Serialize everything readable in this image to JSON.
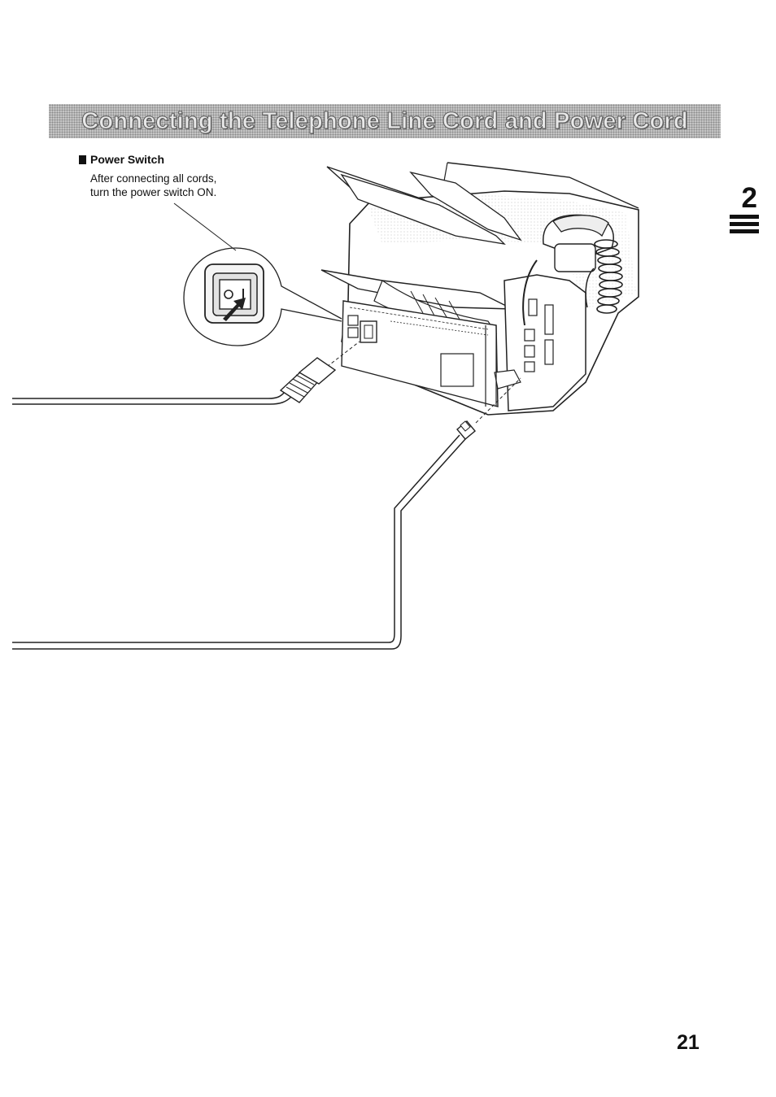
{
  "page": {
    "title": "Connecting the Telephone Line Cord and Power Cord",
    "chapter_number": "2",
    "page_number": "21"
  },
  "power_switch": {
    "heading": "Power Switch",
    "body_line1": "After connecting all cords,",
    "body_line2": "turn the power switch ON."
  },
  "icons": {
    "bullet": "square-bullet-icon",
    "illustration": "fax-machine-illustration",
    "switch": "power-switch-icon",
    "power_plug": "power-plug-icon",
    "phone_plug": "phone-line-plug-icon"
  },
  "colors": {
    "title_bar": "#c4c4c4",
    "title_text": "#e8e8e8",
    "ink": "#111111"
  }
}
